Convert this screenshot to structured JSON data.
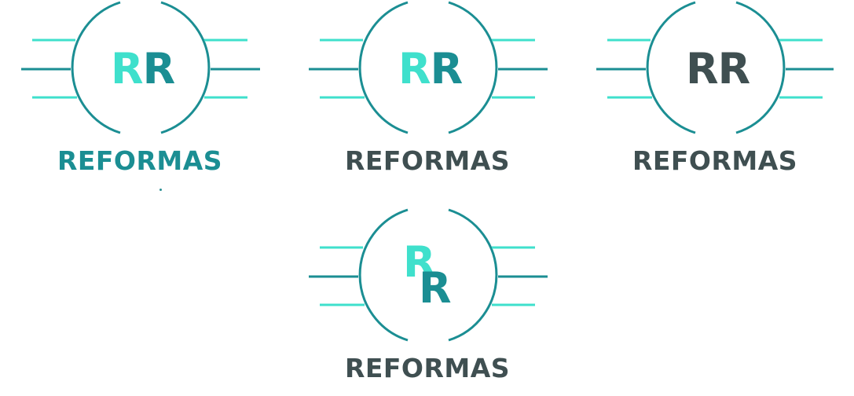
{
  "colors": {
    "light_teal": "#3fe0cc",
    "dark_teal": "#1b8e93",
    "charcoal": "#3f4f51"
  },
  "logos": [
    {
      "variant": "teal",
      "monogram": [
        "R",
        "R"
      ],
      "wordmark": "REFORMAS"
    },
    {
      "variant": "teal-monogram-charcoal-text",
      "monogram": [
        "R",
        "R"
      ],
      "wordmark": "REFORMAS"
    },
    {
      "variant": "charcoal-monogram",
      "monogram": [
        "R",
        "R"
      ],
      "wordmark": "REFORMAS"
    },
    {
      "variant": "stacked-monogram",
      "monogram": [
        "R",
        "R"
      ],
      "wordmark": "REFORMAS"
    }
  ]
}
